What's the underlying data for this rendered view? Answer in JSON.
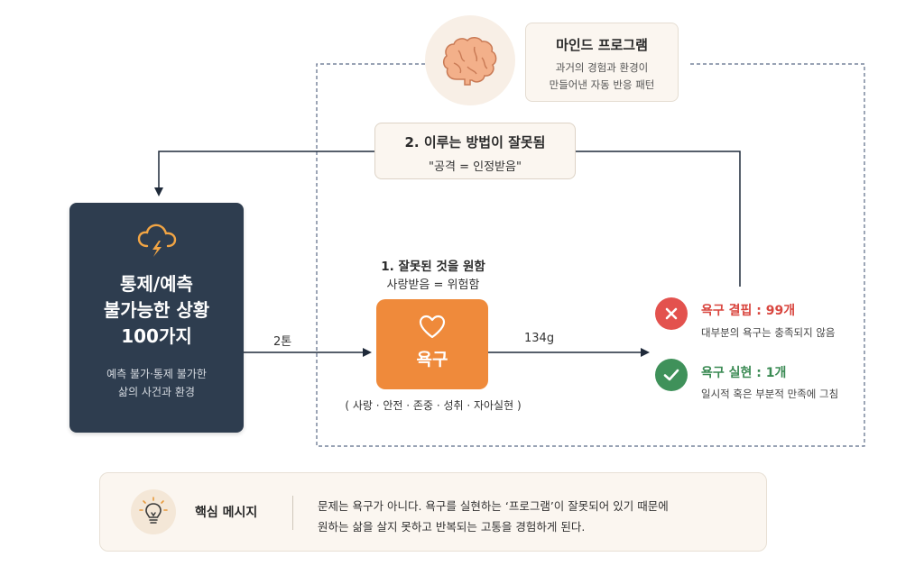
{
  "program": {
    "title": "마인드 프로그램",
    "desc_line1": "과거의 경험과 환경이",
    "desc_line2": "만들어낸 자동 반응 패턴"
  },
  "wrong_way": {
    "title": "2. 이루는 방법이 잘못됨",
    "subtitle": "\"공격 = 인정받음\""
  },
  "events": {
    "title_line1": "통제/예측",
    "title_line2": "불가능한 상황",
    "title_line3": "100가지",
    "desc_line1": "예측 불가·통제 불가한",
    "desc_line2": "삶의 사건과 환경"
  },
  "step1": {
    "title": "1. 잘못된 것을 원함",
    "subtitle": "사랑받음 = 위험함"
  },
  "desire": {
    "label": "욕구",
    "list": "( 사랑 · 안전 · 존중 · 성취 · 자아실현 )"
  },
  "arrows": {
    "left_label": "2톤",
    "right_label": "134g"
  },
  "deficit": {
    "title": "욕구 결핍 : 99개",
    "desc": "대부분의 욕구는 충족되지 않음"
  },
  "fulfill": {
    "title": "욕구 실현 : 1개",
    "desc": "일시적 혹은 부분적 만족에 그침"
  },
  "key_message": {
    "title": "핵심 메시지",
    "line1": "문제는 욕구가 아니다. 욕구를 실현하는 ‘프로그램’이 잘못되어 있기 때문에",
    "line2": "원하는 삶을 살지 못하고 반복되는 고통을 경험하게 된다."
  },
  "icons": {
    "brain": "brain-icon",
    "storm": "storm-cloud-icon",
    "heart": "heart-icon",
    "cross": "x-icon",
    "check": "check-icon",
    "bulb": "lightbulb-icon"
  },
  "colors": {
    "navy": "#2e3d4f",
    "orange": "#ef8a3b",
    "red": "#e3524e",
    "green": "#3f915a",
    "cream": "#fbf6f0"
  }
}
